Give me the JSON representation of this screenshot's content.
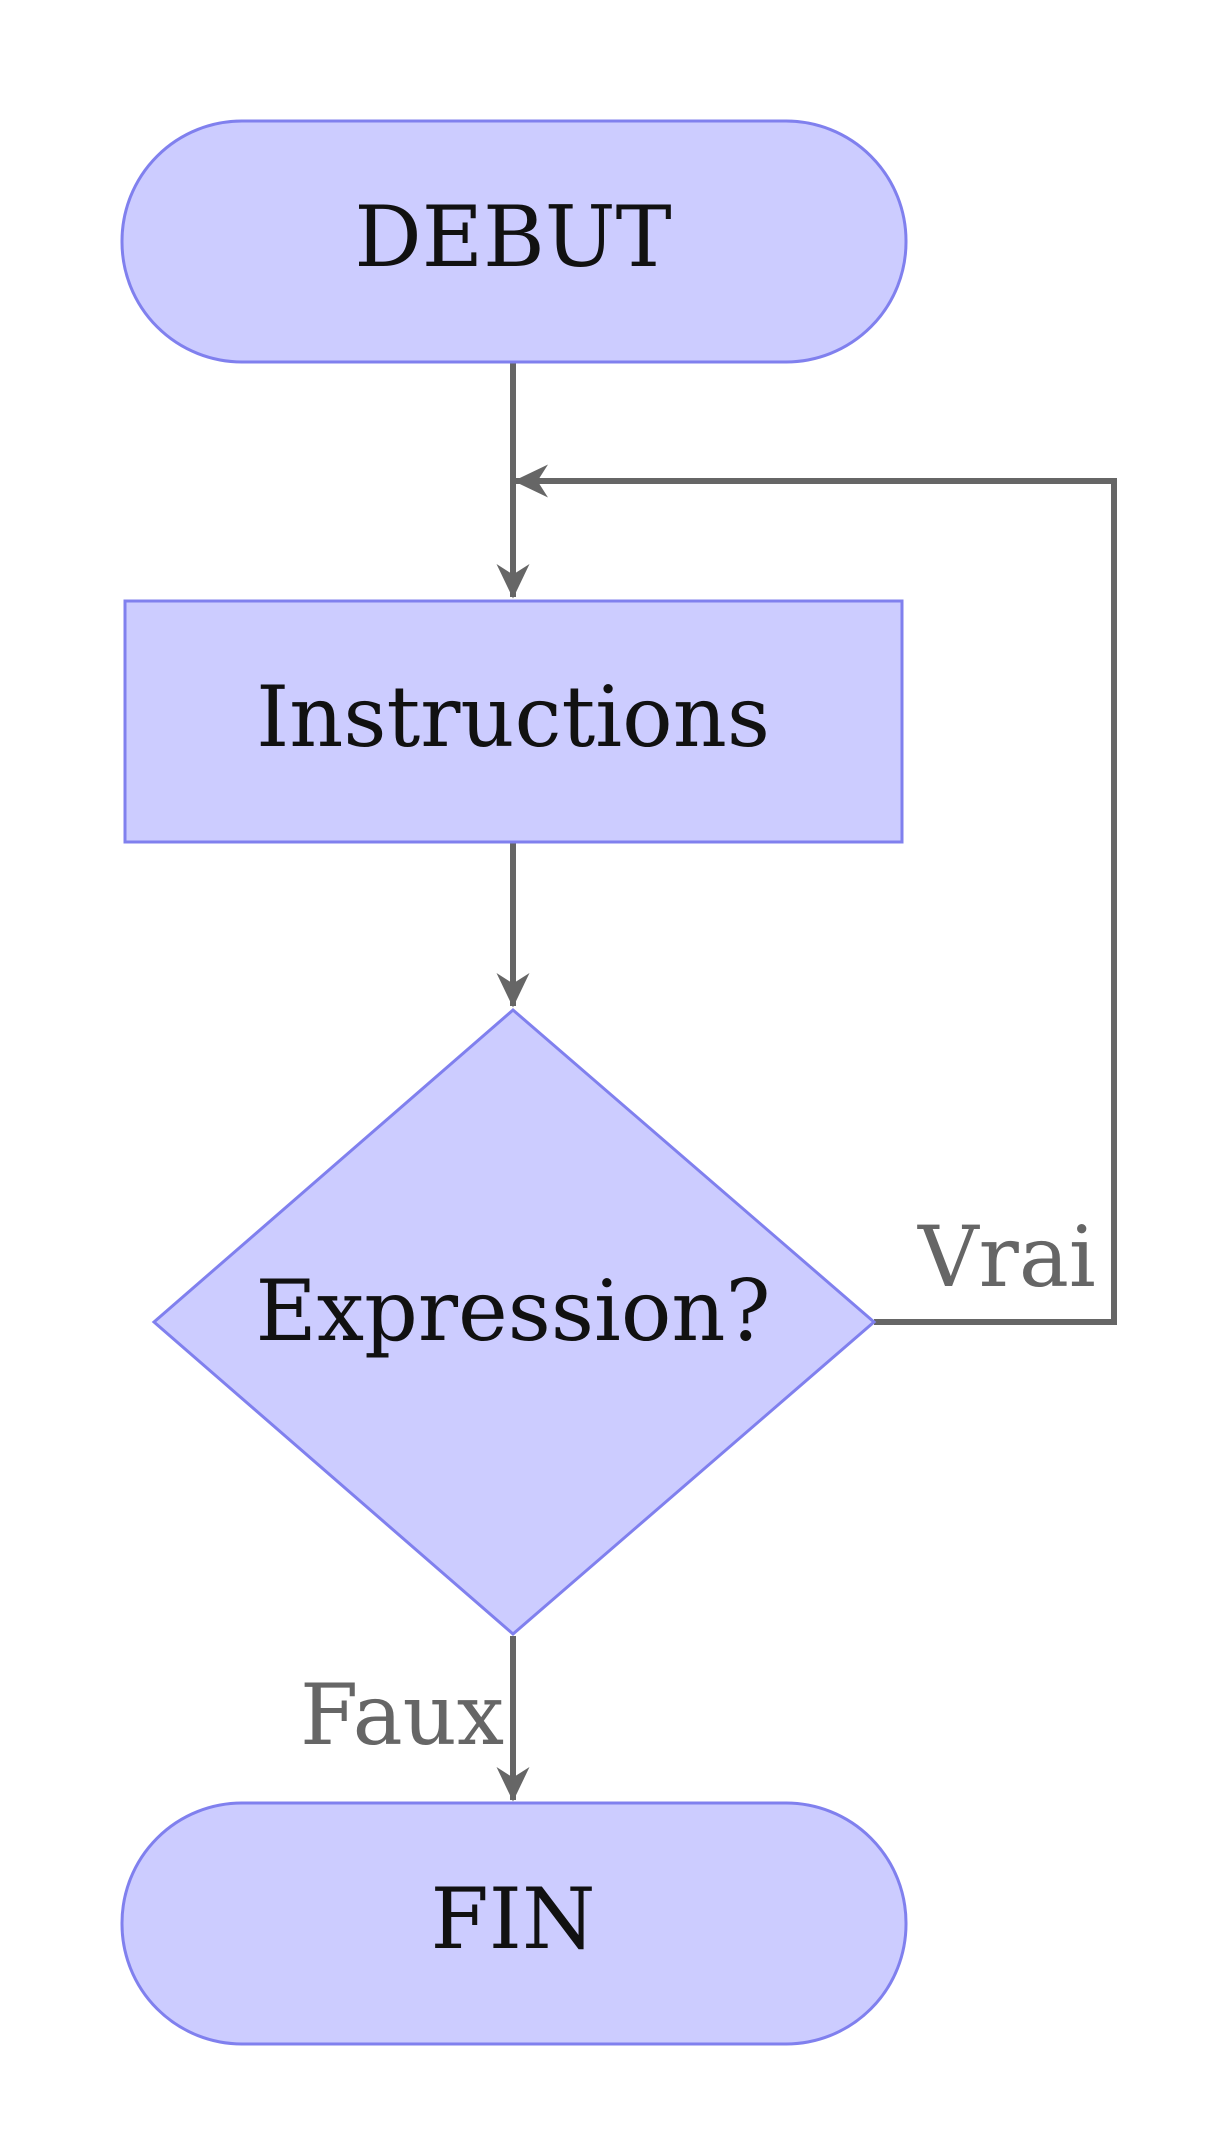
{
  "nodes": {
    "start": {
      "label": "DEBUT",
      "shape": "terminator"
    },
    "instructions": {
      "label": "Instructions",
      "shape": "process"
    },
    "decision": {
      "label": "Expression?",
      "shape": "decision"
    },
    "end": {
      "label": "FIN",
      "shape": "terminator"
    }
  },
  "edges": {
    "start_to_instructions": {
      "from": "start",
      "to": "instructions",
      "label": ""
    },
    "instructions_to_decision": {
      "from": "instructions",
      "to": "decision",
      "label": ""
    },
    "decision_true_loop": {
      "from": "decision",
      "to": "instructions",
      "label": "Vrai"
    },
    "decision_false_to_end": {
      "from": "decision",
      "to": "end",
      "label": "Faux"
    }
  },
  "colors": {
    "node_fill": "#ccccff",
    "node_stroke": "#8080ee",
    "edge": "#666666",
    "text": "#111111",
    "edge_label": "#666666"
  }
}
